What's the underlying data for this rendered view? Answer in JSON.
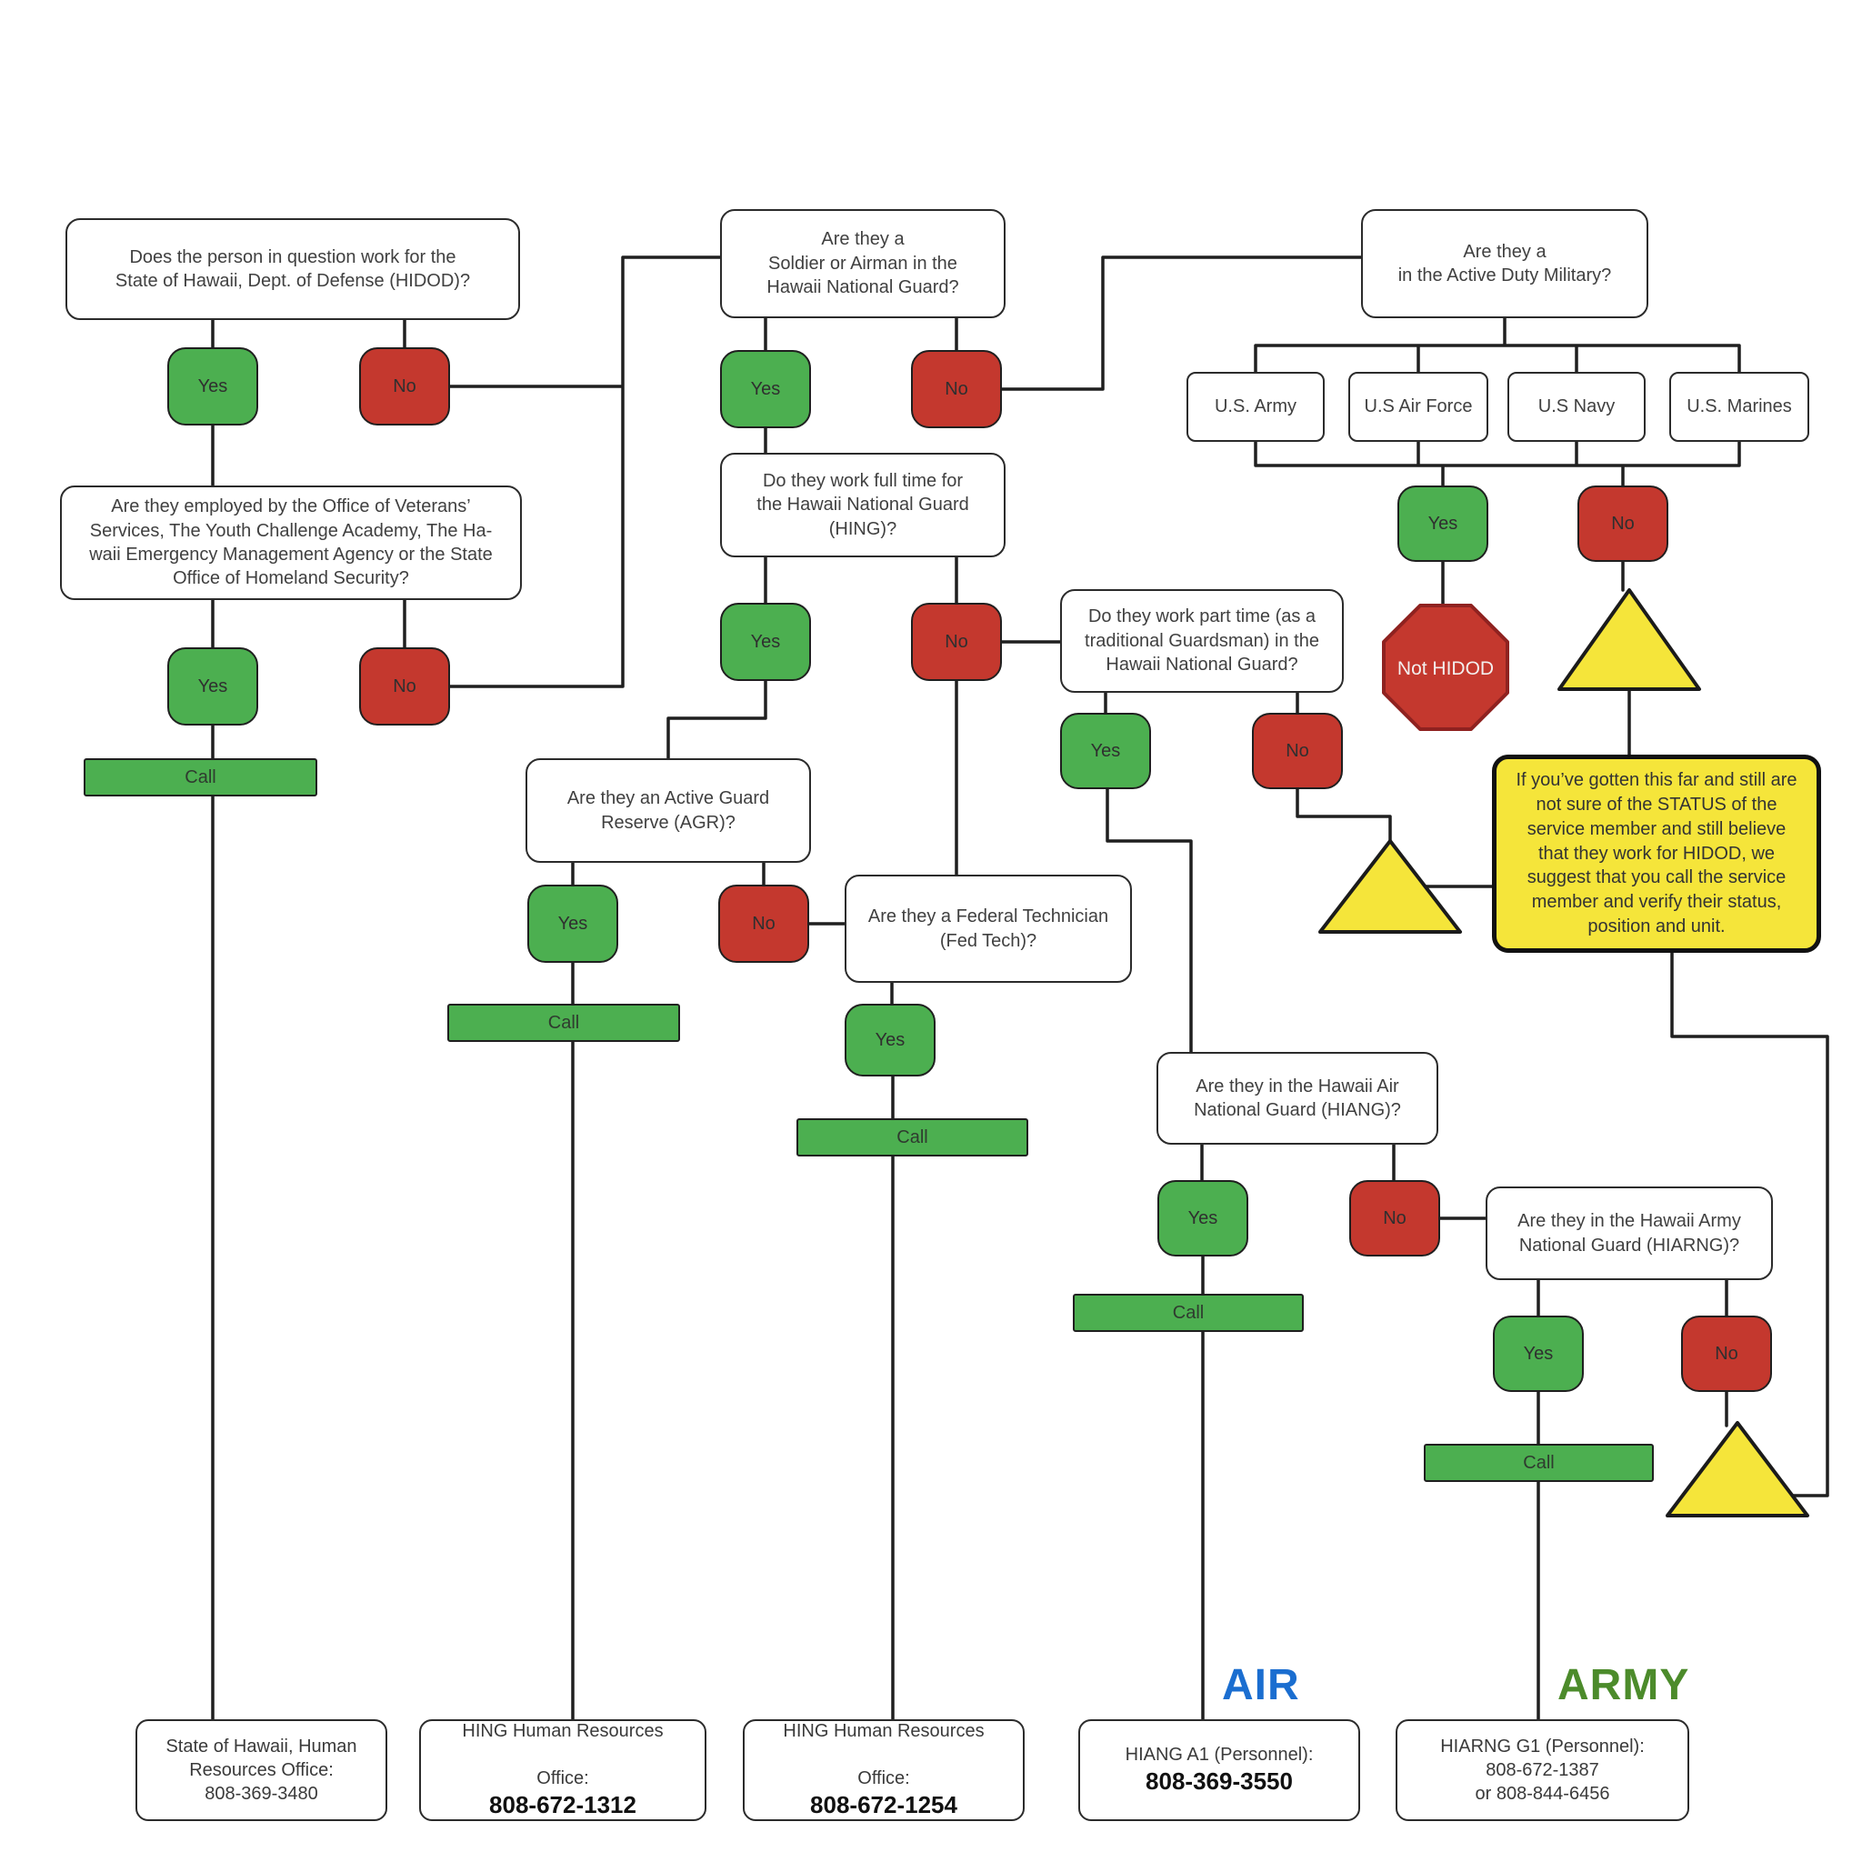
{
  "colors": {
    "yes_green": "#4caf50",
    "no_red": "#c4382e",
    "warning_yellow": "#f5e53a",
    "air_blue": "#1b6ed0",
    "army_green": "#4c8b2b",
    "line_black": "#1f1f1f"
  },
  "questions": {
    "q1": "Does the person in question work for the\nState of Hawaii, Dept. of Defense (HIDOD)?",
    "q2": "Are they a\nSoldier or Airman in the\nHawaii National Guard?",
    "q3": "Are they a\nin the Active Duty Military?",
    "q4": "Are they employed by the Office of Veterans’\nServices, The Youth Challenge Academy, The Ha-\nwaii Emergency Management Agency or the State\nOffice of Homeland Security?",
    "q5": "Do they work full time for\nthe Hawaii National Guard\n(HING)?",
    "q6": "Are they an Active Guard\nReserve (AGR)?",
    "q7": "Are they a Federal Technician\n(Fed Tech)?",
    "q8": "Do they work part time (as a\ntraditional Guardsman) in the\nHawaii National Guard?",
    "q9": "Are they in the Hawaii Air\nNational Guard (HIANG)?",
    "q10": "Are they in the Hawaii Army\nNational Guard (HIARNG)?"
  },
  "answers": {
    "yes": "Yes",
    "no": "No"
  },
  "call_label": "Call",
  "branches": {
    "army": "U.S. Army",
    "air_force": "U.S Air Force",
    "navy": "U.S Navy",
    "marines": "U.S. Marines"
  },
  "stop": {
    "not_hidod": "Not HIDOD"
  },
  "note": "If you’ve gotten this far and still are\nnot sure of the STATUS of the\nservice member and still believe\nthat they work for HIDOD, we\nsuggest that you call the service\nmember and verify their status,\nposition and unit.",
  "section_labels": {
    "air": "AIR",
    "army": "ARMY"
  },
  "contacts": {
    "state_hr": {
      "text": "State of Hawaii, Human\nResources Office:\n808-369-3480"
    },
    "hing1": {
      "line1": "HING Human Resources",
      "label": "Office:",
      "phone": "808-672-1312"
    },
    "hing2": {
      "line1": "HING Human Resources",
      "label": "Office:",
      "phone": "808-672-1254"
    },
    "hiang": {
      "line1": "HIANG A1 (Personnel):",
      "phone": "808-369-3550"
    },
    "hiarng": {
      "text": "HIARNG G1 (Personnel):\n808-672-1387\nor 808-844-6456"
    }
  }
}
